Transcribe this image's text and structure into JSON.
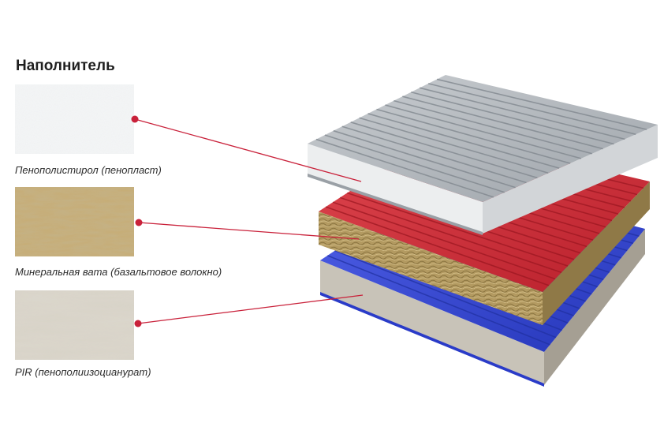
{
  "heading": "Наполнитель",
  "fillers": [
    {
      "label": "Пенополистирол (пенопласт)",
      "swatch": "foam-texture"
    },
    {
      "label": "Минеральная вата (базальтовое волокно)",
      "swatch": "mineral-wool-texture"
    },
    {
      "label": "PIR (пенополиизоцианурат)",
      "swatch": "pir-texture"
    }
  ],
  "colors": {
    "leader_line": "#c9213a",
    "panel_top": "#b9bec3",
    "panel_middle": "#d9333f",
    "panel_bottom": "#3d4fd8",
    "foam_core": "#e6e8ea",
    "wool_core": "#b39a61",
    "pir_core": "#cbc6bb"
  }
}
